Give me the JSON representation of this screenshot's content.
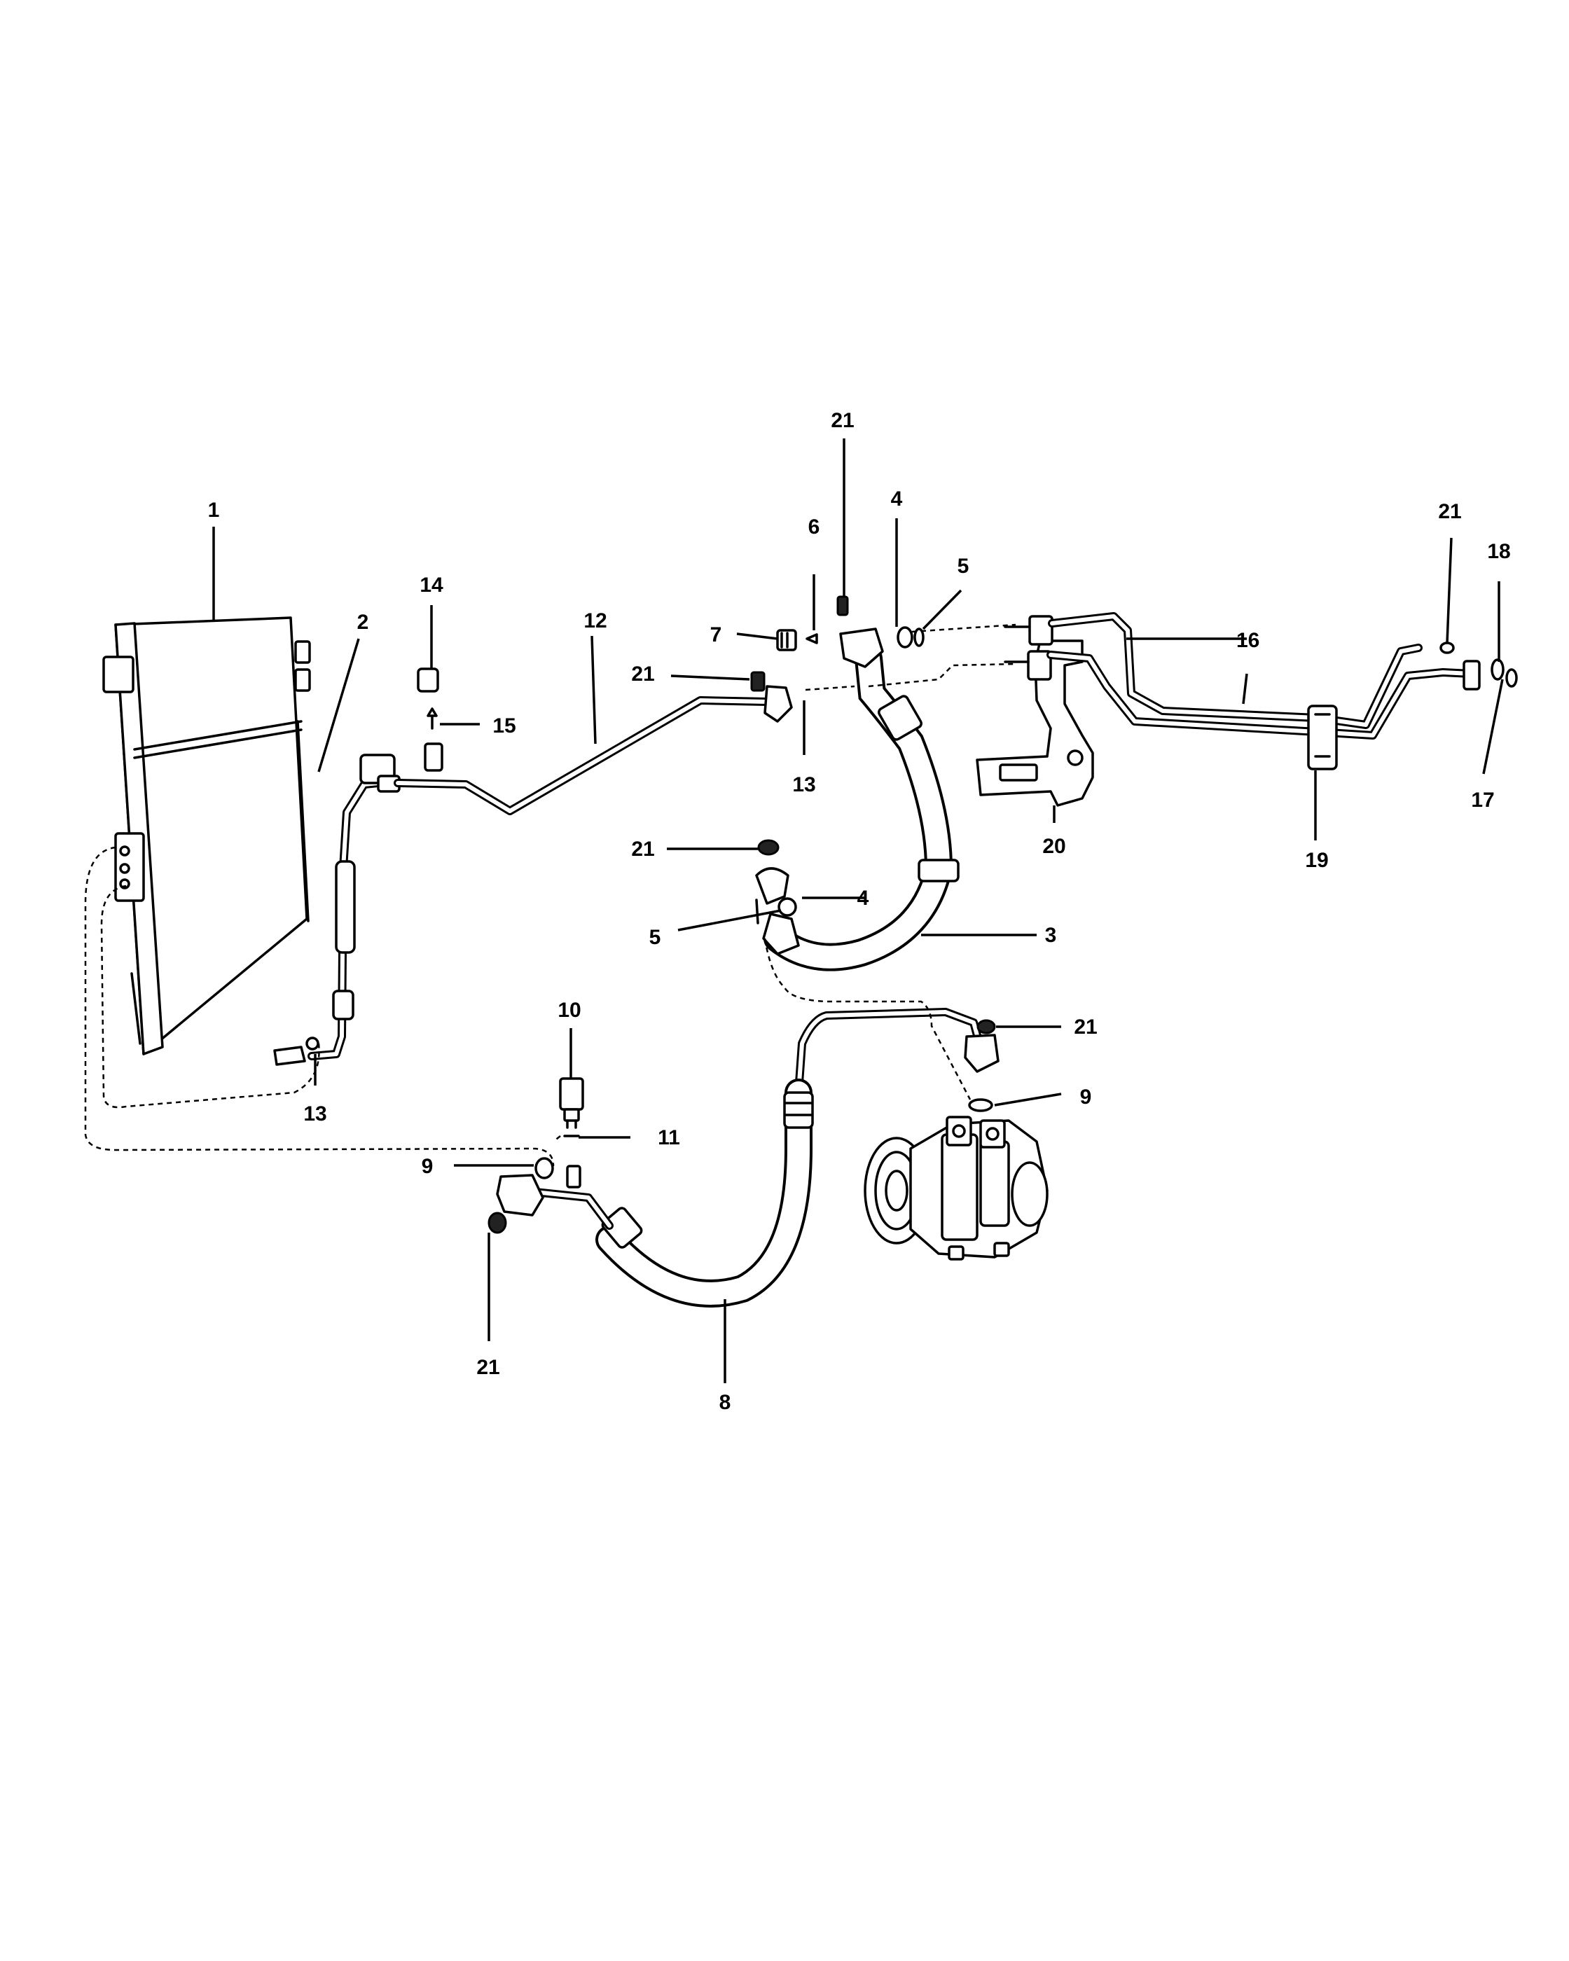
{
  "callouts": {
    "c1": "1",
    "c2": "2",
    "c3": "3",
    "c4a": "4",
    "c4b": "4",
    "c5a": "5",
    "c5b": "5",
    "c6": "6",
    "c7": "7",
    "c8": "8",
    "c9a": "9",
    "c9b": "9",
    "c10": "10",
    "c11": "11",
    "c12": "12",
    "c13a": "13",
    "c13b": "13",
    "c14": "14",
    "c15": "15",
    "c16": "16",
    "c17": "17",
    "c18": "18",
    "c19": "19",
    "c20": "20",
    "c21a": "21",
    "c21b": "21",
    "c21c": "21",
    "c21d": "21",
    "c21e": "21",
    "c21f": "21"
  }
}
